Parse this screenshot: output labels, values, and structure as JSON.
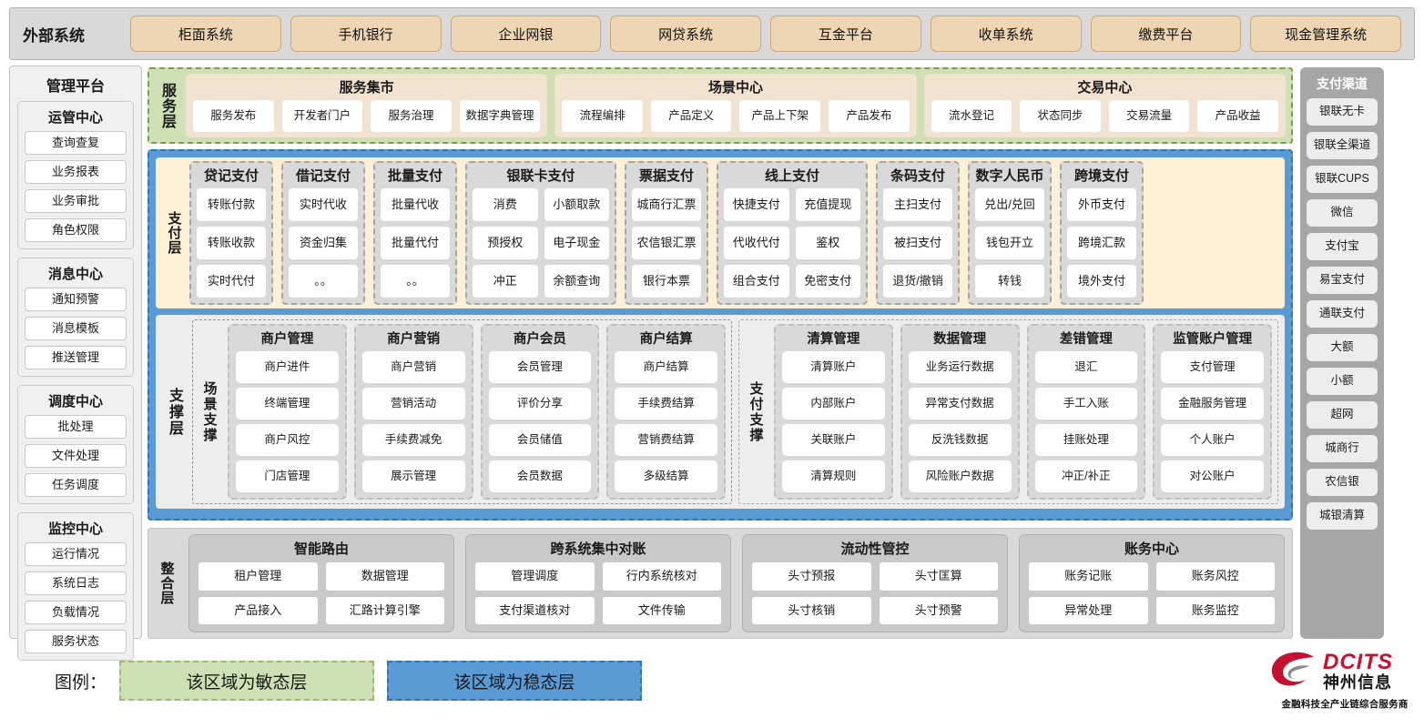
{
  "external": {
    "label": "外部系统",
    "items": [
      "柜面系统",
      "手机银行",
      "企业网银",
      "网贷系统",
      "互金平台",
      "收单系统",
      "缴费平台",
      "现金管理系统"
    ]
  },
  "management": {
    "title": "管理平台",
    "groups": [
      {
        "title": "运管中心",
        "items": [
          "查询查复",
          "业务报表",
          "业务审批",
          "角色权限"
        ]
      },
      {
        "title": "消息中心",
        "items": [
          "通知预警",
          "消息模板",
          "推送管理"
        ]
      },
      {
        "title": "调度中心",
        "items": [
          "批处理",
          "文件处理",
          "任务调度"
        ]
      },
      {
        "title": "监控中心",
        "items": [
          "运行情况",
          "系统日志",
          "负载情况",
          "服务状态"
        ]
      }
    ]
  },
  "channels": {
    "title": "支付渠道",
    "items": [
      "银联无卡",
      "银联全渠道",
      "银联CUPS",
      "微信",
      "支付宝",
      "易宝支付",
      "通联支付",
      "大额",
      "小额",
      "超网",
      "城商行",
      "农信银",
      "城银清算"
    ]
  },
  "service_layer": {
    "label": "服务层",
    "cards": [
      {
        "title": "服务集市",
        "items": [
          "服务发布",
          "开发者门户",
          "服务治理",
          "数据字典管理"
        ]
      },
      {
        "title": "场景中心",
        "items": [
          "流程编排",
          "产品定义",
          "产品上下架",
          "产品发布"
        ]
      },
      {
        "title": "交易中心",
        "items": [
          "流水登记",
          "状态同步",
          "交易流量",
          "产品收益"
        ]
      }
    ]
  },
  "payment_layer": {
    "label": "支付层",
    "columns": [
      {
        "title": "贷记支付",
        "cols": 1,
        "items": [
          "转账付款",
          "转账收款",
          "实时代付"
        ]
      },
      {
        "title": "借记支付",
        "cols": 1,
        "items": [
          "实时代收",
          "资金归集",
          "。。"
        ]
      },
      {
        "title": "批量支付",
        "cols": 1,
        "items": [
          "批量代收",
          "批量代付",
          "。。"
        ]
      },
      {
        "title": "银联卡支付",
        "cols": 2,
        "items": [
          "消费",
          "小额取款",
          "预授权",
          "电子现金",
          "冲正",
          "余额查询"
        ]
      },
      {
        "title": "票据支付",
        "cols": 1,
        "items": [
          "城商行汇票",
          "农信银汇票",
          "银行本票"
        ]
      },
      {
        "title": "线上支付",
        "cols": 2,
        "items": [
          "快捷支付",
          "充值提现",
          "代收代付",
          "鉴权",
          "组合支付",
          "免密支付"
        ]
      },
      {
        "title": "条码支付",
        "cols": 1,
        "items": [
          "主扫支付",
          "被扫支付",
          "退货/撤销"
        ]
      },
      {
        "title": "数字人民币",
        "cols": 1,
        "items": [
          "兑出/兑回",
          "钱包开立",
          "转钱"
        ]
      },
      {
        "title": "跨境支付",
        "cols": 1,
        "items": [
          "外币支付",
          "跨境汇款",
          "境外支付"
        ]
      }
    ]
  },
  "support_layer": {
    "label": "支撑层",
    "scene": {
      "label": "场景支撑",
      "columns": [
        {
          "title": "商户管理",
          "items": [
            "商户进件",
            "终端管理",
            "商户风控",
            "门店管理"
          ]
        },
        {
          "title": "商户营销",
          "items": [
            "商户营销",
            "营销活动",
            "手续费减免",
            "展示管理"
          ]
        },
        {
          "title": "商户会员",
          "items": [
            "会员管理",
            "评价分享",
            "会员储值",
            "会员数据"
          ]
        },
        {
          "title": "商户结算",
          "items": [
            "商户结算",
            "手续费结算",
            "营销费结算",
            "多级结算"
          ]
        }
      ]
    },
    "payment_support": {
      "label": "支付支撑",
      "columns": [
        {
          "title": "清算管理",
          "items": [
            "清算账户",
            "内部账户",
            "关联账户",
            "清算规则"
          ]
        },
        {
          "title": "数据管理",
          "items": [
            "业务运行数据",
            "异常支付数据",
            "反洗钱数据",
            "风险账户数据"
          ]
        },
        {
          "title": "差错管理",
          "items": [
            "退汇",
            "手工入账",
            "挂账处理",
            "冲正/补正"
          ]
        },
        {
          "title": "监管账户管理",
          "items": [
            "支付管理",
            "金融服务管理",
            "个人账户",
            "对公账户"
          ]
        }
      ]
    }
  },
  "integration_layer": {
    "label": "整合层",
    "cards": [
      {
        "title": "智能路由",
        "items": [
          "租户管理",
          "数据管理",
          "产品接入",
          "汇路计算引擎"
        ]
      },
      {
        "title": "跨系统集中对账",
        "items": [
          "管理调度",
          "行内系统核对",
          "支付渠道核对",
          "文件传输"
        ]
      },
      {
        "title": "流动性管控",
        "items": [
          "头寸预报",
          "头寸匡算",
          "头寸核销",
          "头寸预警"
        ]
      },
      {
        "title": "账务中心",
        "items": [
          "账务记账",
          "账务风控",
          "异常处理",
          "账务监控"
        ]
      }
    ]
  },
  "legend": {
    "label": "图例：",
    "agile": "该区域为敏态层",
    "stable": "该区域为稳态层",
    "agile_color": "#cfe0b4",
    "stable_color": "#5b9bd5"
  },
  "logo": {
    "brand": "DCITS",
    "brand_cn": "神州信息",
    "tagline": "金融科技全产业链综合服务商",
    "color": "#c8102e"
  }
}
